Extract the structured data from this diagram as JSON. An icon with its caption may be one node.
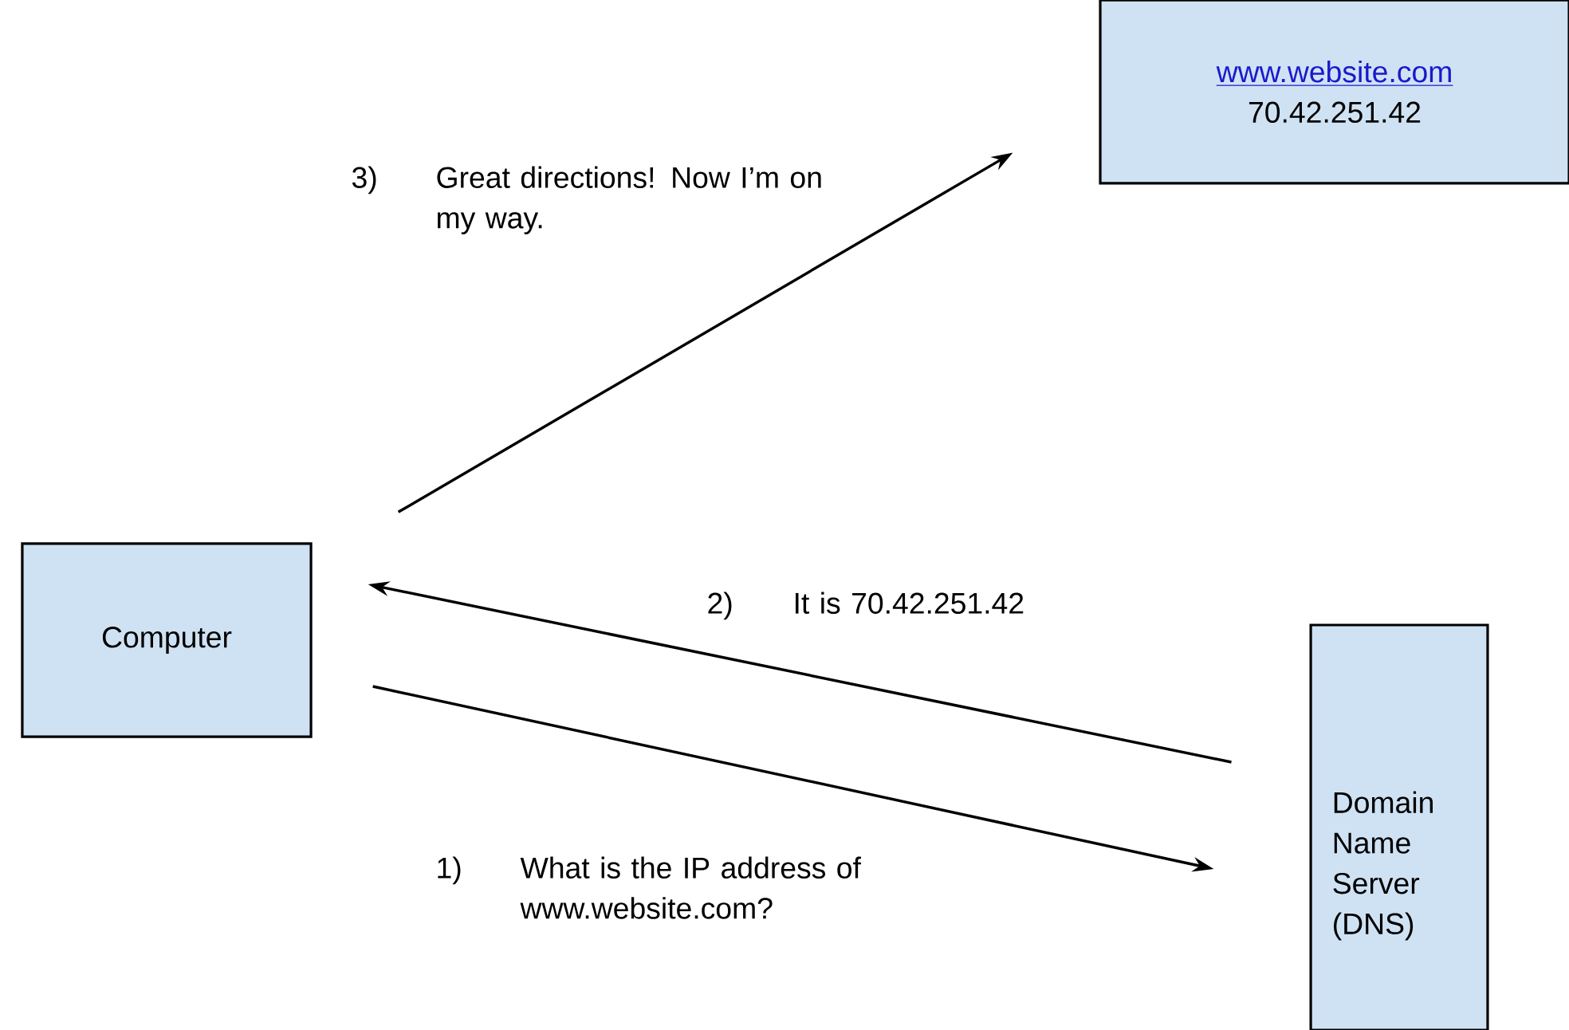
{
  "diagram": {
    "nodes": [
      {
        "text": [
          "Computer"
        ]
      },
      {
        "text": [
          "www.website.com",
          "70.42.251.42"
        ]
      },
      {
        "text": [
          "Domain Name Server (DNS)"
        ]
      }
    ],
    "edges": [
      {
        "from": 0,
        "to": 2,
        "arrow": "to",
        "label": "What is the IP address of www.website.com?"
      },
      {
        "from": 2,
        "to": 0,
        "arrow": "to",
        "label": "It is 70.42.251.42"
      },
      {
        "from": 0,
        "to": 1,
        "arrow": "to",
        "label": "Great directions! Now I’m on my way."
      }
    ],
    "labels": [
      "3)",
      "2)",
      "1)"
    ]
  }
}
